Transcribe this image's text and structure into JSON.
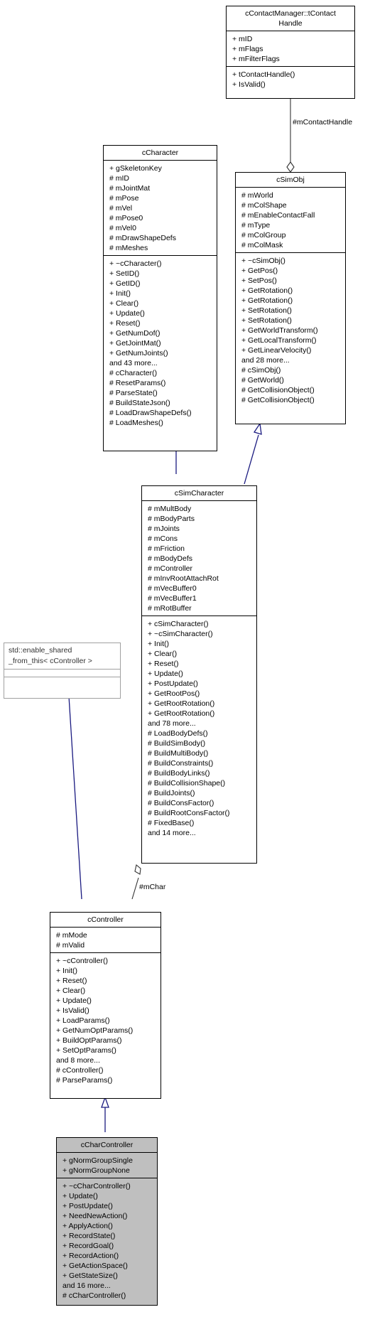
{
  "classes": {
    "contact_handle": {
      "title": "cContactManager::tContact\nHandle",
      "attributes": [
        "+ mID",
        "+ mFlags",
        "+ mFilterFlags"
      ],
      "methods": [
        "+ tContactHandle()",
        "+ IsValid()"
      ]
    },
    "character": {
      "title": "cCharacter",
      "attributes": [
        "+ gSkeletonKey",
        "# mID",
        "# mJointMat",
        "# mPose",
        "# mVel",
        "# mPose0",
        "# mVel0",
        "# mDrawShapeDefs",
        "# mMeshes"
      ],
      "methods": [
        "+ ~cCharacter()",
        "+ SetID()",
        "+ GetID()",
        "+ Init()",
        "+ Clear()",
        "+ Update()",
        "+ Reset()",
        "+ GetNumDof()",
        "+ GetJointMat()",
        "+ GetNumJoints()",
        "and 43 more...",
        "# cCharacter()",
        "# ResetParams()",
        "# ParseState()",
        "# BuildStateJson()",
        "# LoadDrawShapeDefs()",
        "# LoadMeshes()"
      ]
    },
    "sim_obj": {
      "title": "cSimObj",
      "attributes": [
        "# mWorld",
        "# mColShape",
        "# mEnableContactFall",
        "# mType",
        "# mColGroup",
        "# mColMask"
      ],
      "methods": [
        "+ ~cSimObj()",
        "+ GetPos()",
        "+ SetPos()",
        "+ GetRotation()",
        "+ GetRotation()",
        "+ SetRotation()",
        "+ SetRotation()",
        "+ GetWorldTransform()",
        "+ GetLocalTransform()",
        "+ GetLinearVelocity()",
        "and 28 more...",
        "# cSimObj()",
        "# GetWorld()",
        "# GetCollisionObject()",
        "# GetCollisionObject()"
      ]
    },
    "sim_character": {
      "title": "cSimCharacter",
      "attributes": [
        "# mMultBody",
        "# mBodyParts",
        "# mJoints",
        "# mCons",
        "# mFriction",
        "# mBodyDefs",
        "# mController",
        "# mInvRootAttachRot",
        "# mVecBuffer0",
        "# mVecBuffer1",
        "# mRotBuffer"
      ],
      "methods": [
        "+ cSimCharacter()",
        "+ ~cSimCharacter()",
        "+ Init()",
        "+ Clear()",
        "+ Reset()",
        "+ Update()",
        "+ PostUpdate()",
        "+ GetRootPos()",
        "+ GetRootRotation()",
        "+ GetRootRotation()",
        "and 78 more...",
        "# LoadBodyDefs()",
        "# BuildSimBody()",
        "# BuildMultiBody()",
        "# BuildConstraints()",
        "# BuildBodyLinks()",
        "# BuildCollisionShape()",
        "# BuildJoints()",
        "# BuildConsFactor()",
        "# BuildRootConsFactor()",
        "# FixedBase()",
        "and 14 more..."
      ]
    },
    "enable_shared": {
      "title": "std::enable_shared\n_from_this< cController >"
    },
    "controller": {
      "title": "cController",
      "attributes": [
        "# mMode",
        "# mValid"
      ],
      "methods": [
        "+ ~cController()",
        "+ Init()",
        "+ Reset()",
        "+ Clear()",
        "+ Update()",
        "+ IsValid()",
        "+ LoadParams()",
        "+ GetNumOptParams()",
        "+ BuildOptParams()",
        "+ SetOptParams()",
        "and 8 more...",
        "# cController()",
        "# ParseParams()"
      ]
    },
    "char_controller": {
      "title": "cCharController",
      "attributes": [
        "+ gNormGroupSingle",
        "+ gNormGroupNone"
      ],
      "methods": [
        "+ ~cCharController()",
        "+ Update()",
        "+ PostUpdate()",
        "+ NeedNewAction()",
        "+ ApplyAction()",
        "+ RecordState()",
        "+ RecordGoal()",
        "+ RecordAction()",
        "+ GetActionSpace()",
        "+ GetStateSize()",
        "and 16 more...",
        "# cCharController()"
      ]
    }
  },
  "edge_labels": {
    "contact_handle": "#mContactHandle",
    "char": "#mChar"
  },
  "colors": {
    "inheritance_arrow": "#1a1a80",
    "current_fill": "#bfbfbf",
    "external_border": "#a0a0a0"
  }
}
